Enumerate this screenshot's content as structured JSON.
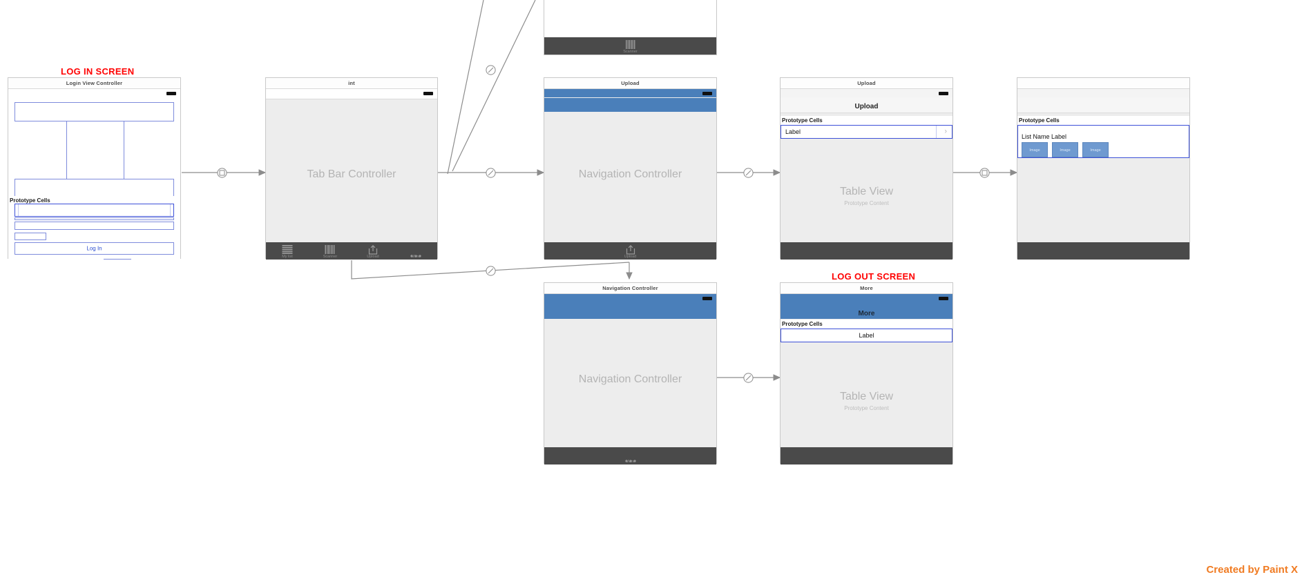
{
  "annotations": {
    "login": "LOG IN SCREEN",
    "logout": "LOG OUT SCREEN",
    "watermark": "Created by Paint X"
  },
  "scenes": {
    "login": {
      "title": "Login View Controller",
      "prototype_cells_label": "Prototype Cells",
      "login_button": "Log In"
    },
    "tabbar": {
      "title": "int",
      "placeholder": "Tab Bar Controller",
      "tabs": [
        {
          "label": "My list",
          "icon": "list-icon"
        },
        {
          "label": "Scanner",
          "icon": "barcode-icon"
        },
        {
          "label": "Upload",
          "icon": "upload-icon"
        },
        {
          "label": "More",
          "icon": "ellipsis-icon"
        }
      ]
    },
    "scanner_top": {
      "tabs": [
        {
          "label": "Scanner",
          "icon": "barcode-icon"
        }
      ]
    },
    "upload_nav": {
      "title": "Upload",
      "placeholder": "Navigation Controller",
      "tabs": [
        {
          "label": "Upload",
          "icon": "upload-icon"
        }
      ]
    },
    "upload_table": {
      "title": "Upload",
      "navbar_title": "Upload",
      "prototype_cells_label": "Prototype Cells",
      "cell_label": "Label",
      "placeholder": "Table View",
      "placeholder_sub": "Prototype Content"
    },
    "list_detail": {
      "prototype_cells_label": "Prototype Cells",
      "cell_label": "List Name Label",
      "image_buttons": [
        "Image",
        "Image",
        "Image"
      ]
    },
    "more_nav": {
      "title": "Navigation Controller",
      "placeholder": "Navigation Controller",
      "tabs": [
        {
          "label": "More",
          "icon": "ellipsis-icon"
        }
      ]
    },
    "more_table": {
      "title": "More",
      "navbar_title": "More",
      "prototype_cells_label": "Prototype Cells",
      "cell_label": "Label",
      "placeholder": "Table View",
      "placeholder_sub": "Prototype Content"
    }
  },
  "colors": {
    "accent_blue": "#4a7fba",
    "wire_blue": "#7d8bdc",
    "cell_blue": "#3b4fd8",
    "annotation_red": "#ff0000",
    "watermark_orange": "#f07b22",
    "tabbar_dark": "#4a4a4a",
    "scene_body": "#ededed"
  }
}
